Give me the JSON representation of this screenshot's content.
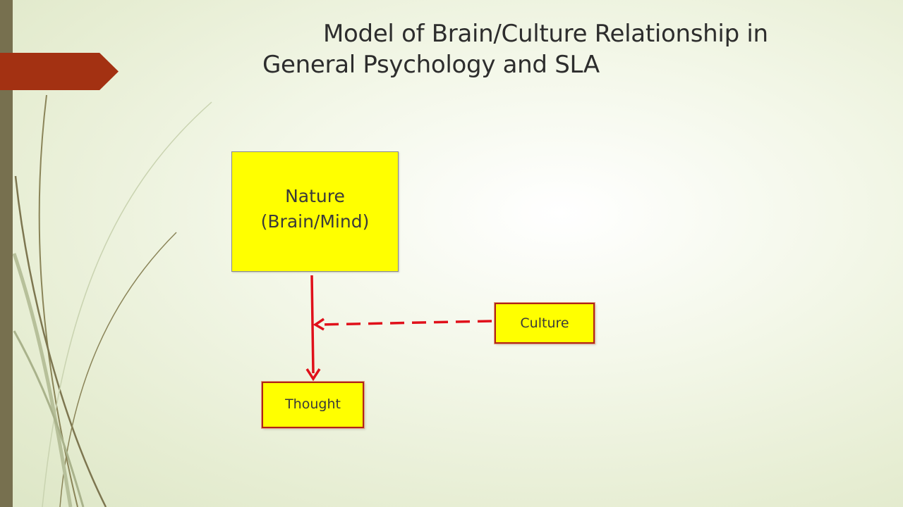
{
  "slide": {
    "title_line1": "Model of Brain/Culture Relationship in",
    "title_line2": "General Psychology and SLA"
  },
  "nodes": {
    "nature_line1": "Nature",
    "nature_line2": "(Brain/Mind)",
    "culture": "Culture",
    "thought": "Thought"
  },
  "colors": {
    "box_fill": "#ffff00",
    "box_border": "#b02418",
    "arrow": "#e0101a",
    "accent_tab": "#a33112",
    "side_bar": "#77704f"
  }
}
